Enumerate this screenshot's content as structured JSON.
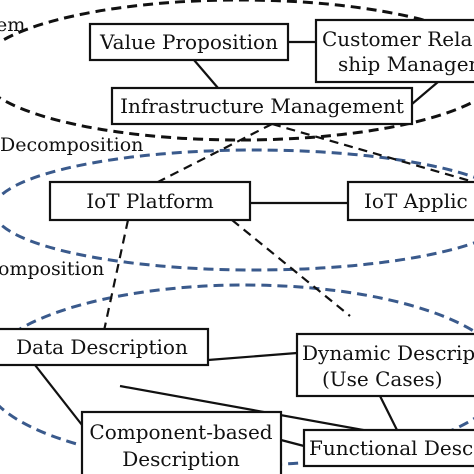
{
  "colors": {
    "ink": "#111111",
    "layer_blue": "#3a5a8c",
    "background": "#ffffff"
  },
  "layer_labels": {
    "top": "em",
    "middle": "Decomposition",
    "bottom": "omposition"
  },
  "nodes": {
    "value_proposition": "Value Proposition",
    "customer_rel_line1": "Customer Rela",
    "customer_rel_line2": "ship Managem",
    "infrastructure_management": "Infrastructure Management",
    "iot_platform": "IoT Platform",
    "iot_applic": "IoT Applic",
    "data_description": "Data Description",
    "dynamic_desc_line1": "Dynamic Descrip",
    "dynamic_desc_line2": "(Use Cases)",
    "component_line1": "Component-based",
    "component_line2": "Description",
    "functional_desc": "Functional Desc"
  }
}
